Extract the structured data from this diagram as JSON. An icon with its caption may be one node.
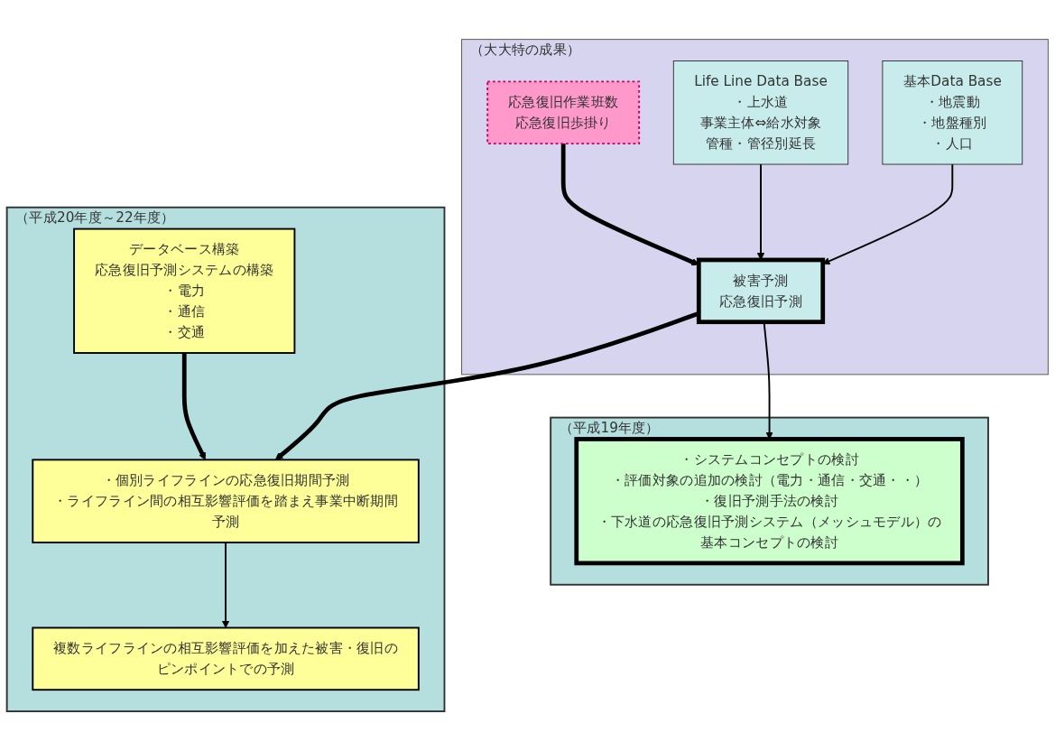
{
  "diagram": {
    "nodes": [
      {
        "text": [
          "（大大特の成果）"
        ]
      },
      {
        "text": [
          "基本Data Base",
          "・地震動",
          "・地盤種別",
          "・人口"
        ],
        "in": 0
      },
      {
        "text": [
          "Life Line Data Base",
          "・上水道",
          "事業主体⇔給水対象",
          "管種・管径別延長"
        ],
        "in": 0
      },
      {
        "text": [
          "応急復旧作業班数",
          "応急復旧歩掛り"
        ],
        "in": 0
      },
      {
        "text": [
          "被害予測",
          "応急復旧予測"
        ],
        "in": 0
      },
      {
        "text": [
          "（平成19年度）"
        ]
      },
      {
        "text": [
          "・システムコンセプトの検討",
          "・評価対象の追加の検討（電力・通信・交通・・）",
          "・復旧予測手法の検討",
          "・下水道の応急復旧予測システム（メッシュモデル）の基本コンセプトの検討"
        ],
        "in": 5
      },
      {
        "text": [
          "（平成20年度～22年度）"
        ]
      },
      {
        "text": [
          "データベース構築",
          "応急復旧予測システムの構築",
          "・電力",
          "・通信",
          "・交通"
        ],
        "in": 7
      },
      {
        "text": [
          "・個別ライフラインの応急復旧期間予測",
          "・ライフライン間の相互影響評価を踏まえ事業中断期間予測"
        ],
        "in": 7
      },
      {
        "text": [
          "複数ライフラインの相互影響評価を加えた被害・復旧のピンポイントでの予測"
        ],
        "in": 7
      }
    ],
    "edges": [
      {
        "from": 1,
        "to": 4,
        "arrow": "to"
      },
      {
        "from": 2,
        "to": 4,
        "arrow": "to"
      },
      {
        "from": 3,
        "to": 4,
        "arrow": "to",
        "style": "thick"
      },
      {
        "from": 4,
        "to": 6,
        "arrow": "to"
      },
      {
        "from": 4,
        "to": 9,
        "arrow": "to",
        "style": "thick"
      },
      {
        "from": 8,
        "to": 9,
        "arrow": "to",
        "style": "thick"
      },
      {
        "from": 9,
        "to": 10,
        "arrow": "to"
      }
    ]
  }
}
